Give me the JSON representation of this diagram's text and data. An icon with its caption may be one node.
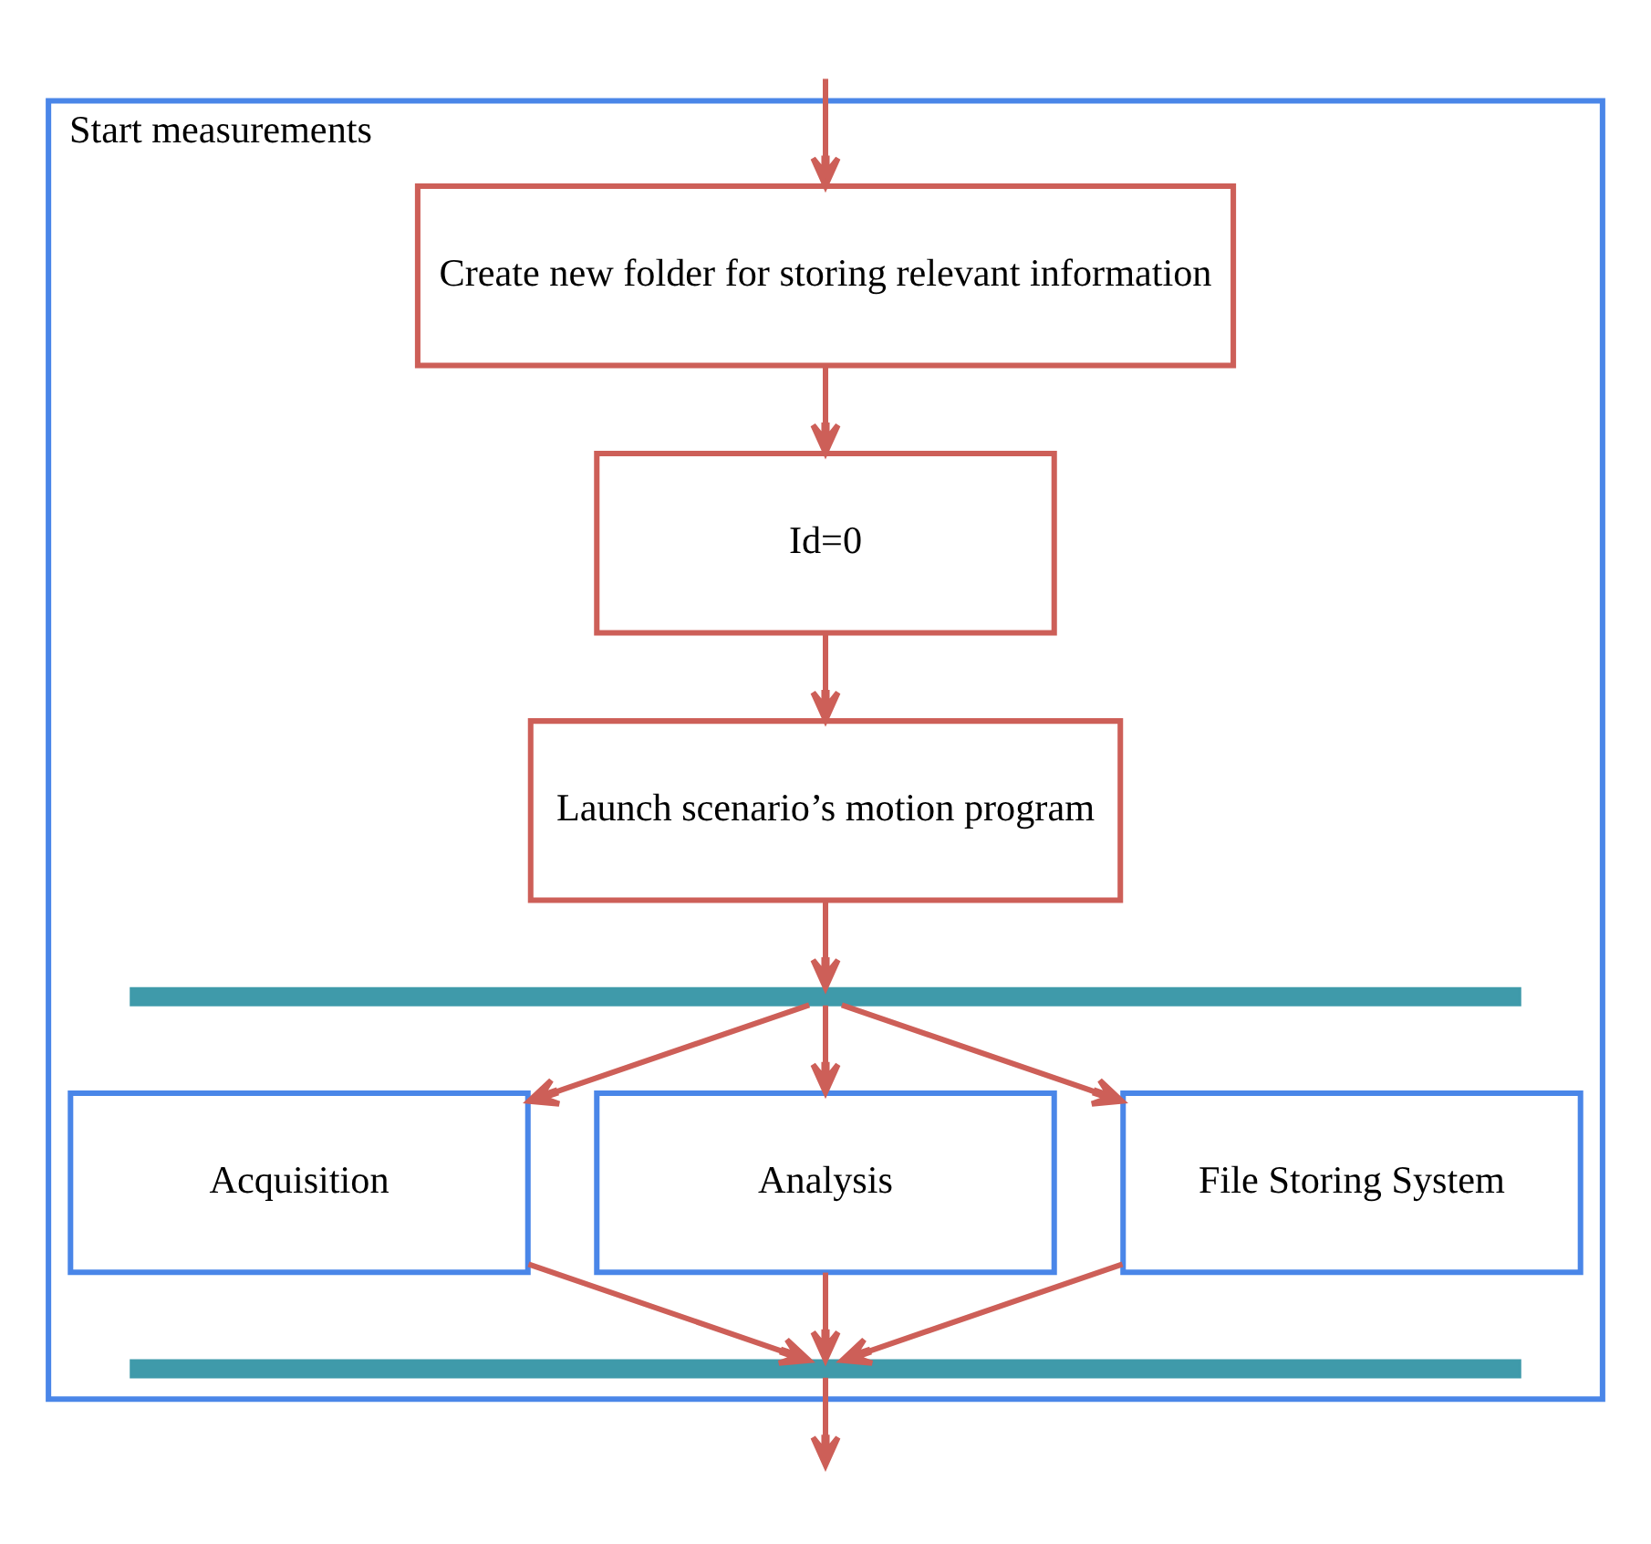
{
  "diagram": {
    "nodes": [
      {
        "text": [
          "Start measurements"
        ]
      },
      {
        "text": [
          "Create new folder for storing relevant information"
        ],
        "in": 0
      },
      {
        "text": [
          "Id=0"
        ],
        "in": 0
      },
      {
        "text": [
          "Launch scenario’s motion program"
        ],
        "in": 0
      },
      {
        "text": [],
        "shape": "bar",
        "in": 0
      },
      {
        "text": [
          "Acquisition"
        ],
        "in": 0
      },
      {
        "text": [
          "Analysis"
        ],
        "in": 0
      },
      {
        "text": [
          "File Storing System"
        ],
        "in": 0
      },
      {
        "text": [],
        "shape": "bar",
        "in": 0
      }
    ],
    "edges": [
      {
        "from": null,
        "to": 1,
        "arrow": "to"
      },
      {
        "from": 1,
        "to": 2,
        "arrow": "to"
      },
      {
        "from": 2,
        "to": 3,
        "arrow": "to"
      },
      {
        "from": 3,
        "to": 4,
        "arrow": "to"
      },
      {
        "from": 4,
        "to": 5,
        "arrow": "to"
      },
      {
        "from": 4,
        "to": 6,
        "arrow": "to"
      },
      {
        "from": 4,
        "to": 7,
        "arrow": "to"
      },
      {
        "from": 5,
        "to": 8,
        "arrow": "to"
      },
      {
        "from": 6,
        "to": 8,
        "arrow": "to"
      },
      {
        "from": 7,
        "to": 8,
        "arrow": "to"
      },
      {
        "from": 8,
        "to": null,
        "arrow": "to"
      }
    ]
  }
}
